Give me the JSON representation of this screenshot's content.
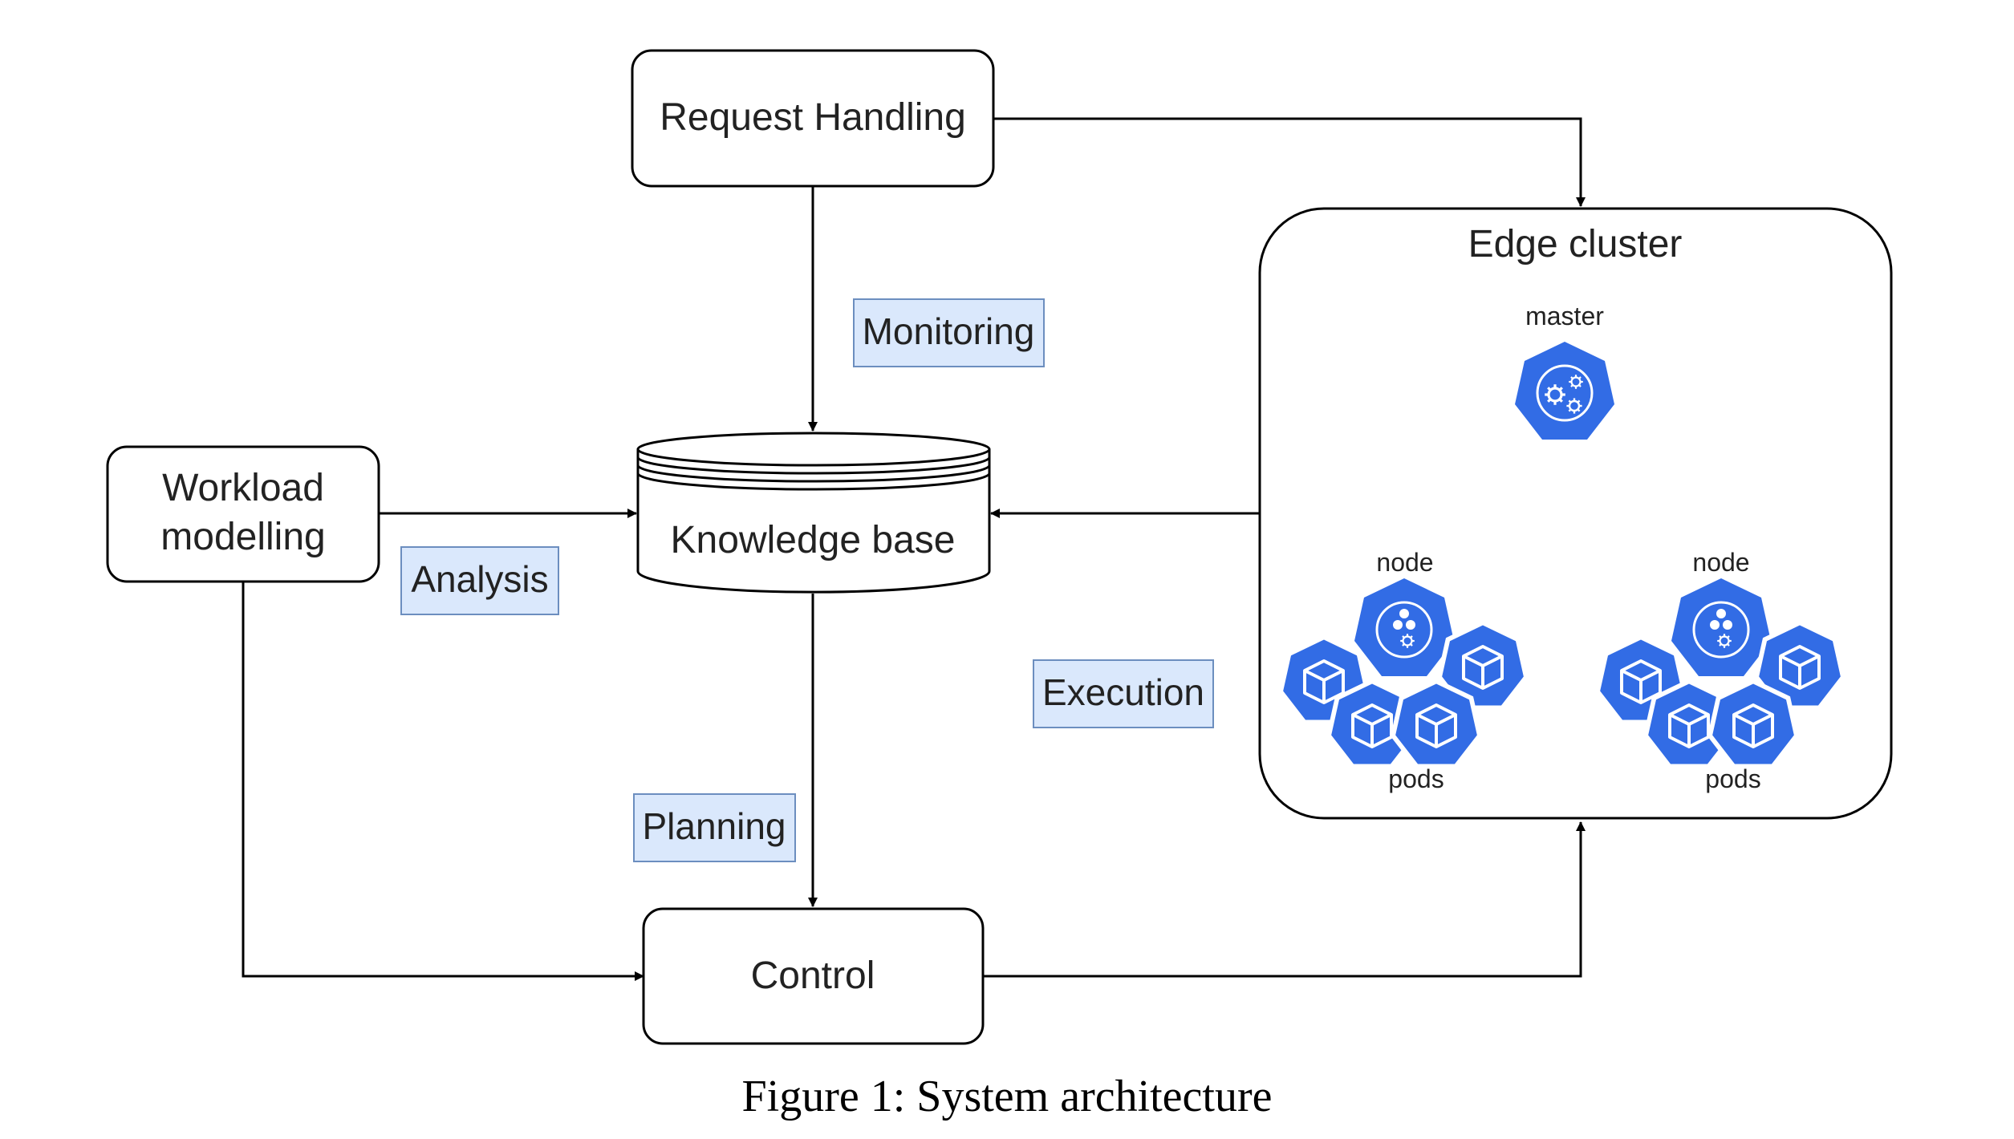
{
  "nodes": {
    "request_handling": "Request Handling",
    "knowledge_base": "Knowledge base",
    "workload_modelling_line1": "Workload",
    "workload_modelling_line2": "modelling",
    "control": "Control",
    "edge_cluster": "Edge cluster"
  },
  "phases": {
    "monitoring": "Monitoring",
    "analysis": "Analysis",
    "planning": "Planning",
    "execution": "Execution"
  },
  "cluster": {
    "master": "master",
    "node_left": "node",
    "node_right": "node",
    "pods_left": "pods",
    "pods_right": "pods"
  },
  "colors": {
    "k8s_blue": "#326CE5",
    "tag_fill": "#DAE8FC",
    "tag_stroke": "#6C8EBF"
  },
  "icons": {
    "master": "kubernetes-master-icon",
    "node": "kubernetes-node-icon",
    "pod": "kubernetes-pod-icon"
  },
  "caption": "Figure 1: System architecture"
}
